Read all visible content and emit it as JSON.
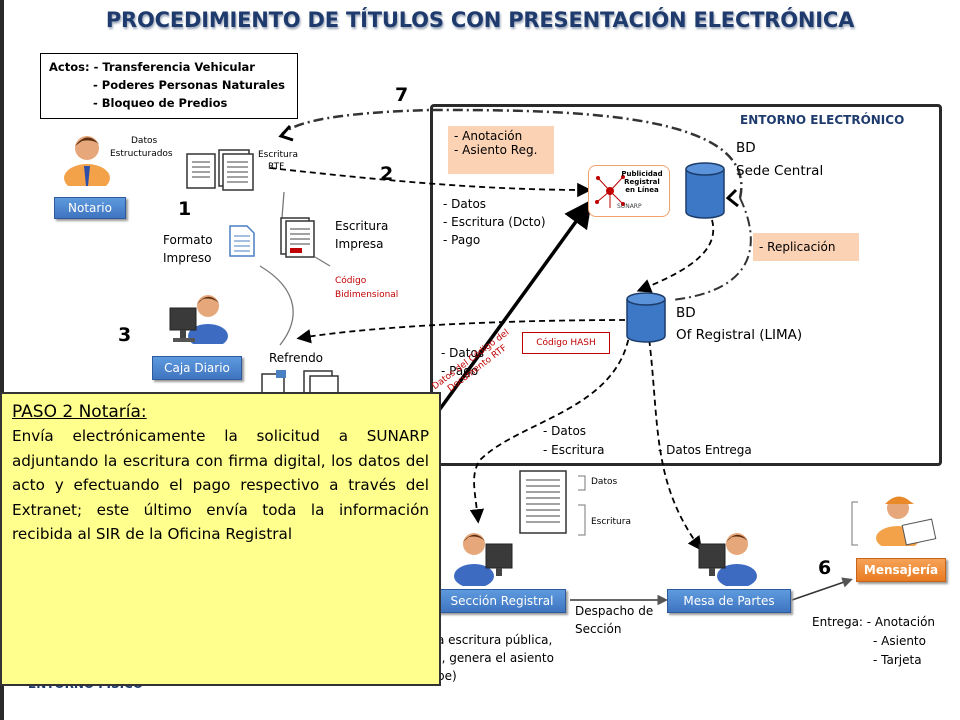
{
  "title": "PROCEDIMIENTO DE TÍTULOS CON PRESENTACIÓN ELECTRÓNICA",
  "actos": {
    "line1": "Actos: - Transferencia Vehicular",
    "line2": "- Poderes Personas Naturales",
    "line3": "- Bloqueo de Predios"
  },
  "environment": {
    "electronic": "ENTORNO ELECTRÓNICO",
    "physical": "ENTORNO FISICO"
  },
  "steps": {
    "s1": "1",
    "s2": "2",
    "s3": "3",
    "s6": "6",
    "s7": "7"
  },
  "actors": {
    "notario": "Notario",
    "caja": "Caja Diario",
    "seccion": "Sección Registral",
    "mesa": "Mesa de Partes",
    "mensajeria": "Mensajería"
  },
  "labels": {
    "datos_estructurados_1": "Datos",
    "datos_estructurados_2": "Estructurados",
    "escritura_rtf_1": "Escritura",
    "escritura_rtf_2": "RTF",
    "formato_1": "Formato",
    "formato_2": "Impreso",
    "escritura_impresa_1": "Escritura",
    "escritura_impresa_2": "Impresa",
    "codigo_bi_1": "Código",
    "codigo_bi_2": "Bidimensional",
    "refrendo": "Refrendo",
    "anotacion": "- Anotación",
    "asiento_reg": "- Asiento Reg.",
    "bd_sede_1": "BD",
    "bd_sede_2": "Sede Central",
    "bd_lima_1": "BD",
    "bd_lima_2": "Of Registral (LIMA)",
    "replicacion": "- Replicación",
    "step2_datos": "- Datos",
    "step2_escritura": "- Escritura (Dcto)",
    "step2_pago": "- Pago",
    "step3_datos": "- Datos",
    "step3_pago": "- Pago",
    "codigo_hash": "Código HASH",
    "datos_codigo_1": "Datos del Código del",
    "datos_codigo_2": "Documento RTF",
    "sec_datos": "- Datos",
    "sec_escritura": "- Escritura",
    "datos_entrega": "- Datos Entrega",
    "doc_datos": "Datos",
    "doc_escritura": "Escritura",
    "despacho_1": "Despacho de",
    "despacho_2": "Sección",
    "entrega_1": "Entrega:  -  Anotación",
    "entrega_2": "-  Asiento",
    "entrega_3": "-  Tarjeta",
    "fragment_1": "a escritura pública,",
    "fragment_2": "), genera  el asiento",
    "fragment_3": "be)",
    "sunarp_1": "Publicidad",
    "sunarp_2": "Registral",
    "sunarp_3": "en Línea",
    "sunarp_4": "SUNARP"
  },
  "callout": {
    "heading": "PASO 2 Notaría:",
    "body": "Envía electrónicamente la solicitud a SUNARP adjuntando la escritura con firma digital, los datos del acto y efectuando el pago respectivo a través del Extranet; este último envía toda la información recibida al SIR de la Oficina Registral"
  }
}
